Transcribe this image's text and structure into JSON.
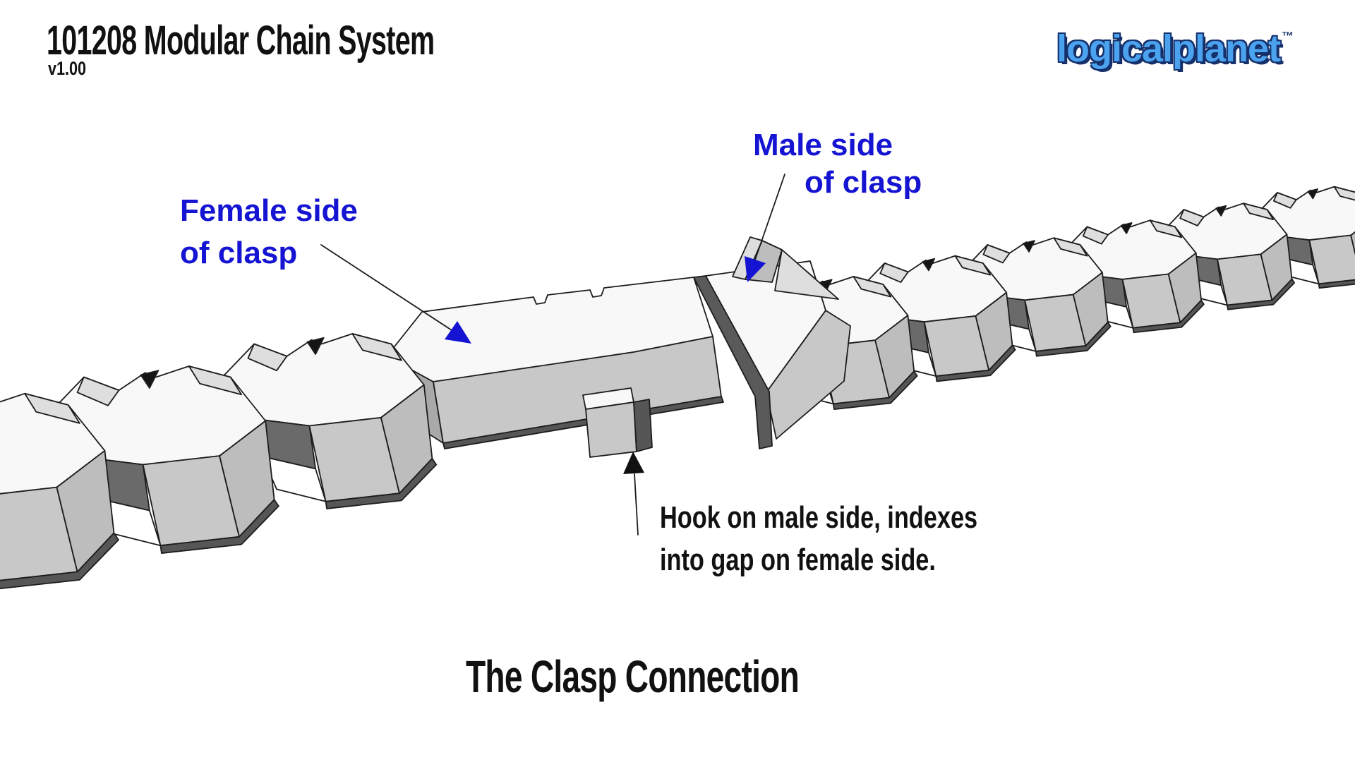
{
  "header": {
    "title": "101208 Modular Chain System",
    "version": "v1.00"
  },
  "logo": {
    "text": "logicalplanet",
    "trademark": "™"
  },
  "annotations": {
    "female": {
      "line1": "Female side",
      "line2": "of clasp"
    },
    "male": {
      "line1": "Male side",
      "line2": "of clasp"
    },
    "hook": {
      "line1": "Hook on male side, indexes",
      "line2": "into gap on female side."
    }
  },
  "footer": {
    "caption": "The Clasp Connection"
  },
  "colors": {
    "text_black": "#111111",
    "annotation_blue": "#1414d2",
    "logo_blue": "#4ba2ee",
    "logo_outline": "#16306b",
    "outline": "#1c1c1c",
    "link_top": "#f8f8f8",
    "link_front": "#c8c8c8",
    "link_inner": "#6a6a6a",
    "link_bevel_light": "#dedede",
    "link_outer": "#a9a9a9",
    "link_side": "#bdbdbd",
    "link_strip": "#565656",
    "gap_dark": "#5a5a5a"
  }
}
